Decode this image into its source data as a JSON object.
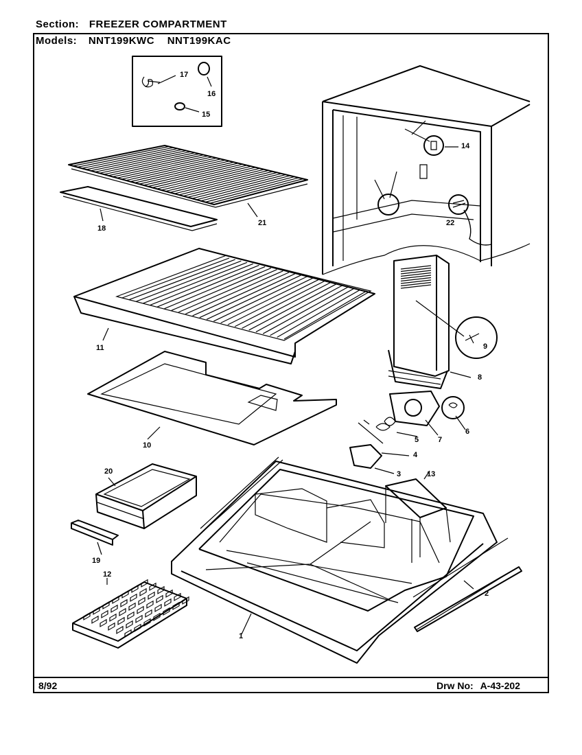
{
  "header": {
    "section_label": "Section:",
    "section_value": "FREEZER COMPARTMENT",
    "models_label": "Models:",
    "model_1": "NNT199KWC",
    "model_2": "NNT199KAC"
  },
  "footer": {
    "date": "8/92",
    "drawing_label": "Drw No:",
    "drawing_number": "A-43-202"
  },
  "callouts": {
    "c1": "1",
    "c2": "2",
    "c3": "3",
    "c4": "4",
    "c5": "5",
    "c6": "6",
    "c7": "7",
    "c8": "8",
    "c9": "9",
    "c10": "10",
    "c11": "11",
    "c12": "12",
    "c13": "13",
    "c14": "14",
    "c15": "15",
    "c16": "16",
    "c17": "17",
    "c18": "18",
    "c19": "19",
    "c20": "20",
    "c21": "21",
    "c22": "22"
  }
}
